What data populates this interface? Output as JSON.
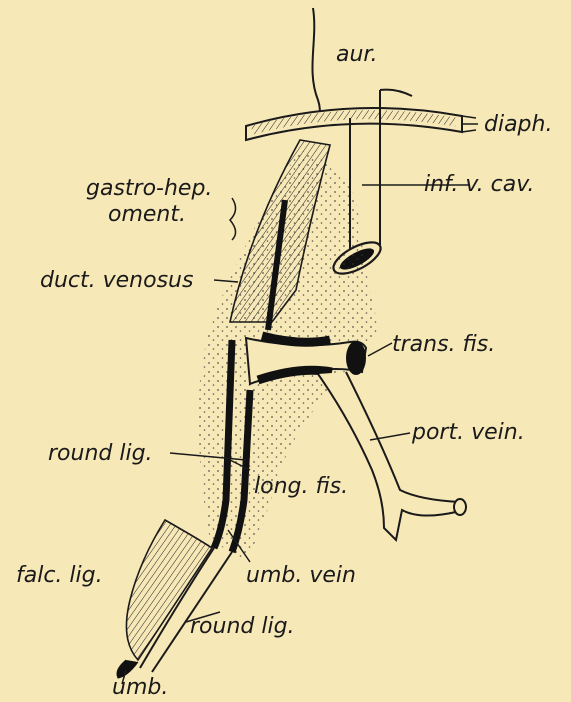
{
  "labels": {
    "aur": "aur.",
    "diaph": "diaph.",
    "inf_v_cav": "inf. v. cav.",
    "gastro_hep": "gastro-hep.",
    "oment": "oment.",
    "duct_venosus": "duct. venosus",
    "trans_fis": "trans. fis.",
    "port_vein": "port. vein.",
    "round_lig_upper": "round lig.",
    "long_fis": "long. fis.",
    "falc_lig": "falc. lig.",
    "umb_vein": "umb. vein",
    "round_lig_lower": "round lig.",
    "umb": "umb."
  },
  "colors": {
    "background": "#f7e8b8",
    "ink": "#1a1a1a"
  }
}
